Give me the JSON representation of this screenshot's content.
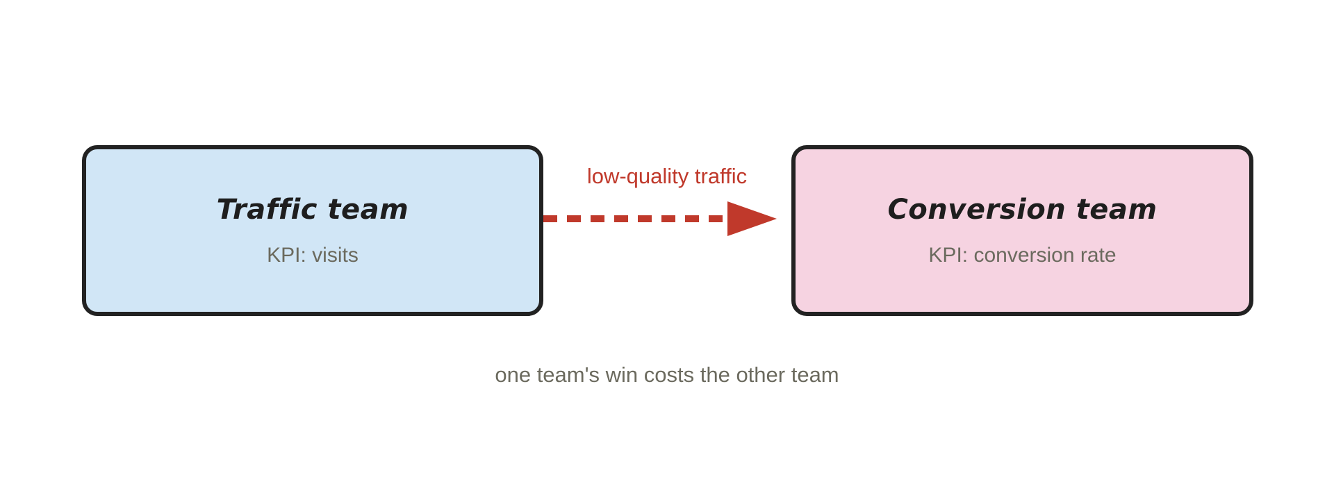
{
  "colors": {
    "left_fill": "#d1e6f6",
    "right_fill": "#f6d3e1",
    "border": "#222222",
    "arrow": "#c0392b",
    "muted_text": "#6b6a5e"
  },
  "nodes": {
    "traffic": {
      "title": "Traffic team",
      "kpi": "KPI: visits"
    },
    "conversion": {
      "title": "Conversion team",
      "kpi": "KPI: conversion rate"
    }
  },
  "edge": {
    "label": "low-quality traffic",
    "style": "dashed",
    "from": "Traffic team",
    "to": "Conversion team"
  },
  "caption": "one team's win costs the other team"
}
